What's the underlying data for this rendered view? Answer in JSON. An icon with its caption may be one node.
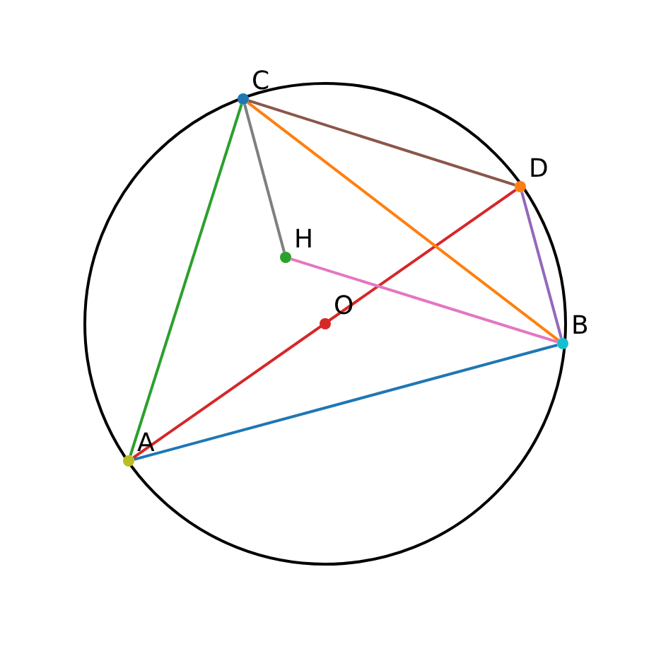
{
  "diagram": {
    "nodes": [
      {
        "text": [
          "C"
        ]
      },
      {
        "text": [
          "D"
        ]
      },
      {
        "text": [
          "H"
        ]
      },
      {
        "text": [
          "O"
        ]
      },
      {
        "text": [
          "B"
        ]
      },
      {
        "text": [
          "A"
        ]
      }
    ],
    "edges": [
      {
        "from": 5,
        "to": 4,
        "arrow": "none",
        "color": "#1f77b4"
      },
      {
        "from": 5,
        "to": 0,
        "arrow": "none",
        "color": "#2ca02c"
      },
      {
        "from": 5,
        "to": 1,
        "arrow": "none",
        "color": "#d62728"
      },
      {
        "from": 0,
        "to": 4,
        "arrow": "none",
        "color": "#ff7f0e"
      },
      {
        "from": 0,
        "to": 1,
        "arrow": "none",
        "color": "#8c564b"
      },
      {
        "from": 1,
        "to": 4,
        "arrow": "none",
        "color": "#9467bd"
      },
      {
        "from": 0,
        "to": 2,
        "arrow": "none",
        "color": "#7f7f7f"
      },
      {
        "from": 2,
        "to": 4,
        "arrow": "none",
        "color": "#e377c2"
      }
    ]
  }
}
